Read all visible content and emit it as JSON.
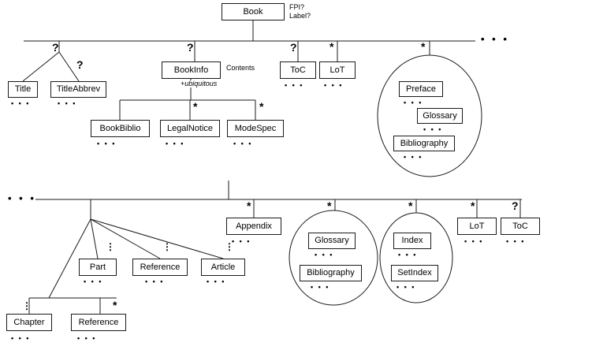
{
  "colors": {
    "line": "#1a1a1a",
    "background": "#ffffff",
    "text": "#000000"
  },
  "symbols": {
    "optional": "?",
    "repeat": "*",
    "vdots": "⋮",
    "child_dots": "• • •",
    "continuation_dots": "• • •"
  },
  "annotations": {
    "fpi": "FPI?",
    "label": "Label?",
    "contents": "Contents",
    "ubiquitous": "+ubiquitous"
  },
  "nodes": {
    "book": "Book",
    "title": "Title",
    "titleabbrev": "TitleAbbrev",
    "bookinfo": "BookInfo",
    "bookbiblio": "BookBiblio",
    "legalnotice": "LegalNotice",
    "modespec": "ModeSpec",
    "toc_top": "ToC",
    "lot_top": "LoT",
    "preface": "Preface",
    "glossary_top": "Glossary",
    "bibliography_top": "Bibliography",
    "part": "Part",
    "reference_mid": "Reference",
    "article": "Article",
    "chapter": "Chapter",
    "reference_low": "Reference",
    "appendix": "Appendix",
    "glossary_bottom": "Glossary",
    "bibliography_bottom": "Bibliography",
    "index": "Index",
    "setindex": "SetIndex",
    "lot_bottom": "LoT",
    "toc_bottom": "ToC"
  }
}
